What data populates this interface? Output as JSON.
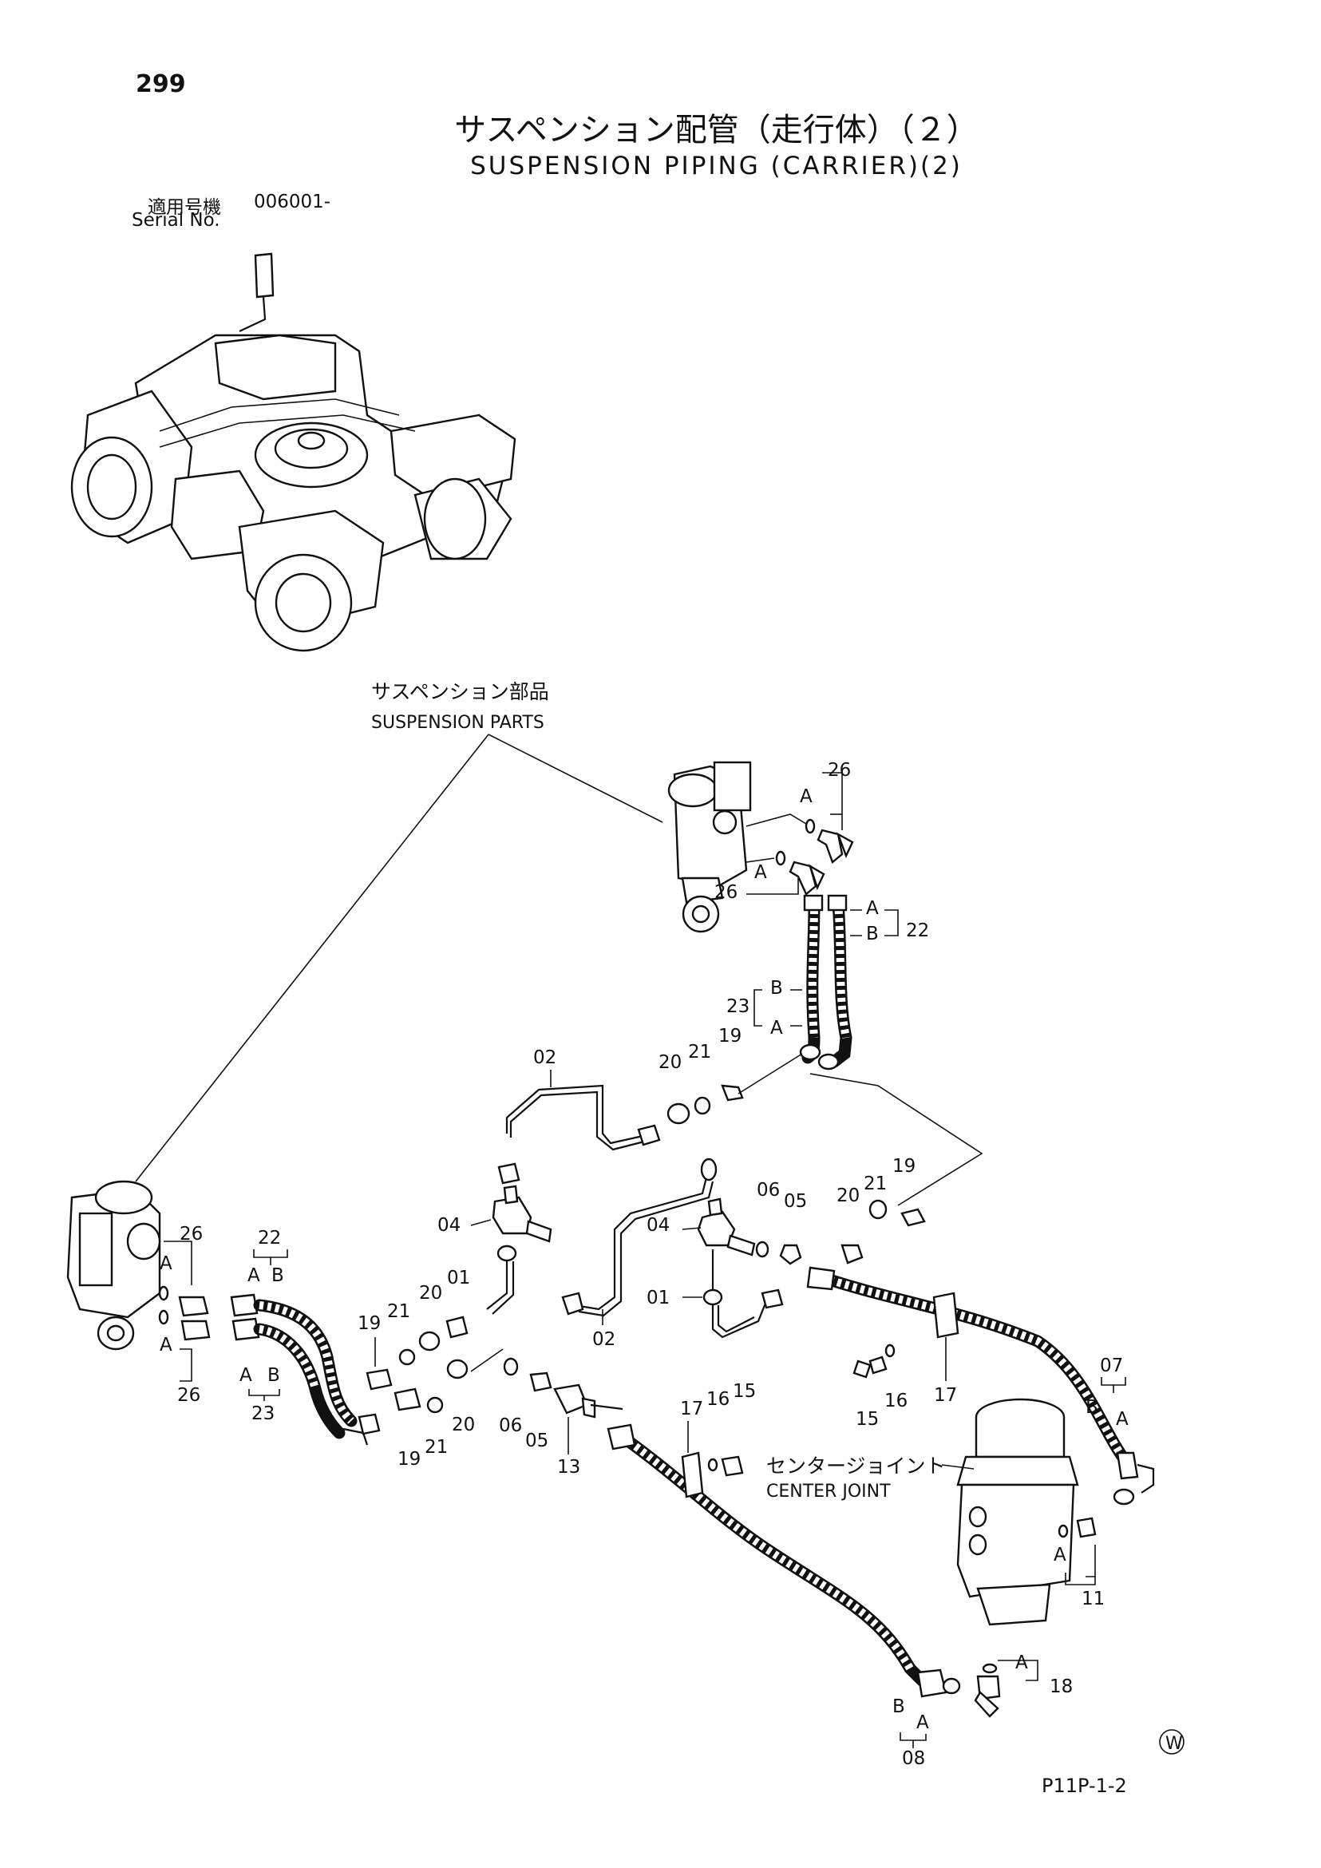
{
  "page": {
    "number": "299",
    "title_jp": "サスペンション配管（走行体）（２）",
    "title_en": "SUSPENSION PIPING (CARRIER)(2)",
    "serial_label_jp": "適用号機",
    "serial_value": "006001-",
    "serial_label_en": "Serial No.",
    "drawing_code": "P11P-1-2",
    "mark": "W"
  },
  "callouts": {
    "suspension_parts_jp": "サスペンション部品",
    "suspension_parts_en": "SUSPENSION PARTS",
    "center_joint_jp": "センタージョイント",
    "center_joint_en": "CENTER  JOINT"
  },
  "part_labels": {
    "p01": "01",
    "p02": "02",
    "p04": "04",
    "p05": "05",
    "p06": "06",
    "p07": "07",
    "p08": "08",
    "p11": "11",
    "p13": "13",
    "p15": "15",
    "p16": "16",
    "p17": "17",
    "p18": "18",
    "p19": "19",
    "p20": "20",
    "p21": "21",
    "p22": "22",
    "p23": "23",
    "p26": "26",
    "port_a": "A",
    "port_b": "B"
  }
}
